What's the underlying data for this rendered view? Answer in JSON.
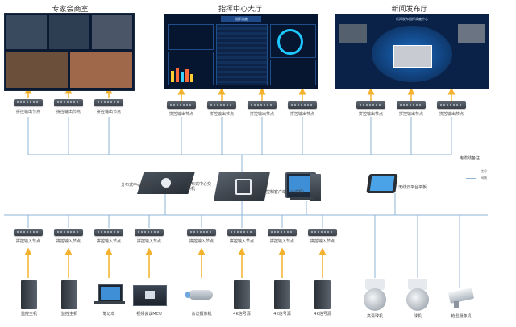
{
  "halls": [
    {
      "title": "专家会商室"
    },
    {
      "title": "指挥中心大厅"
    },
    {
      "title": "新闻发布厅"
    }
  ],
  "output_node_label": "拼控输出节点",
  "input_node_label": "拼控输入节点",
  "center": {
    "server_label": "分布式中心服务器",
    "switch_label": "分布式中心交换机",
    "pc_label": "控制客户端（台式机）",
    "tablet_label": "无线云平台平板"
  },
  "legend": {
    "title": "电缆线备注",
    "items": [
      {
        "label": "信号",
        "color": "#f2b22e"
      },
      {
        "label": "网线",
        "color": "#8fb6d8"
      }
    ]
  },
  "sources": [
    {
      "label": "监控主机"
    },
    {
      "label": "监控主机"
    },
    {
      "label": "笔记本"
    },
    {
      "label": "视频会议MCU"
    },
    {
      "label": "会议摄像机"
    },
    {
      "label": "4K信号源"
    },
    {
      "label": "4K信号源"
    },
    {
      "label": "4K信号源"
    },
    {
      "label": "高清球机"
    },
    {
      "label": "球机"
    },
    {
      "label": "枪型摄像机"
    }
  ],
  "screen_texts": {
    "command_header": "指挥调度",
    "news_header": "新闻发布指挥调度中心"
  },
  "colors": {
    "signal": "#f2b22e",
    "network": "#8fb6d8",
    "screen_bg": "#0b1a33"
  }
}
